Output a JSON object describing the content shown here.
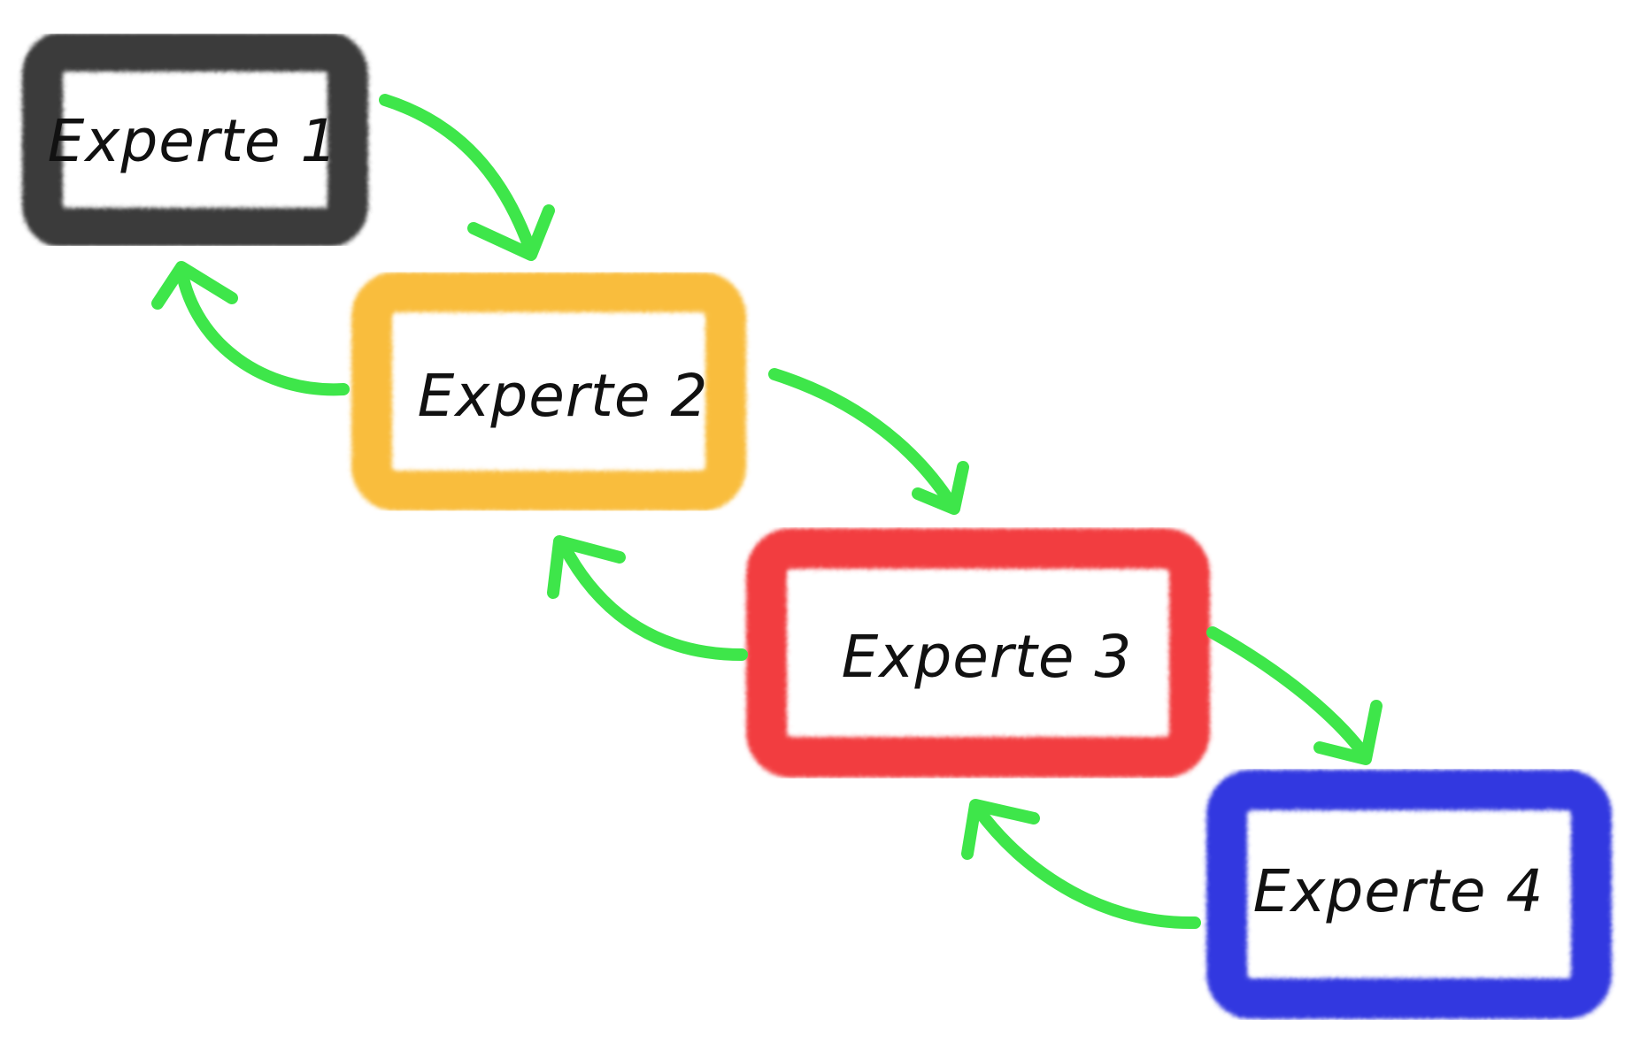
{
  "diagram": {
    "nodes": [
      {
        "id": "expert-1",
        "label": "Experte 1",
        "color": "#3a3a3a"
      },
      {
        "id": "expert-2",
        "label": "Experte 2",
        "color": "#f9bd3d"
      },
      {
        "id": "expert-3",
        "label": "Experte 3",
        "color": "#f23c3f"
      },
      {
        "id": "expert-4",
        "label": "Experte 4",
        "color": "#3237e0"
      }
    ],
    "edges": [
      {
        "from": "expert-1",
        "to": "expert-2"
      },
      {
        "from": "expert-2",
        "to": "expert-1"
      },
      {
        "from": "expert-2",
        "to": "expert-3"
      },
      {
        "from": "expert-3",
        "to": "expert-2"
      },
      {
        "from": "expert-3",
        "to": "expert-4"
      },
      {
        "from": "expert-4",
        "to": "expert-3"
      }
    ],
    "arrow_color": "#3ee64a",
    "background": "#ffffff"
  }
}
